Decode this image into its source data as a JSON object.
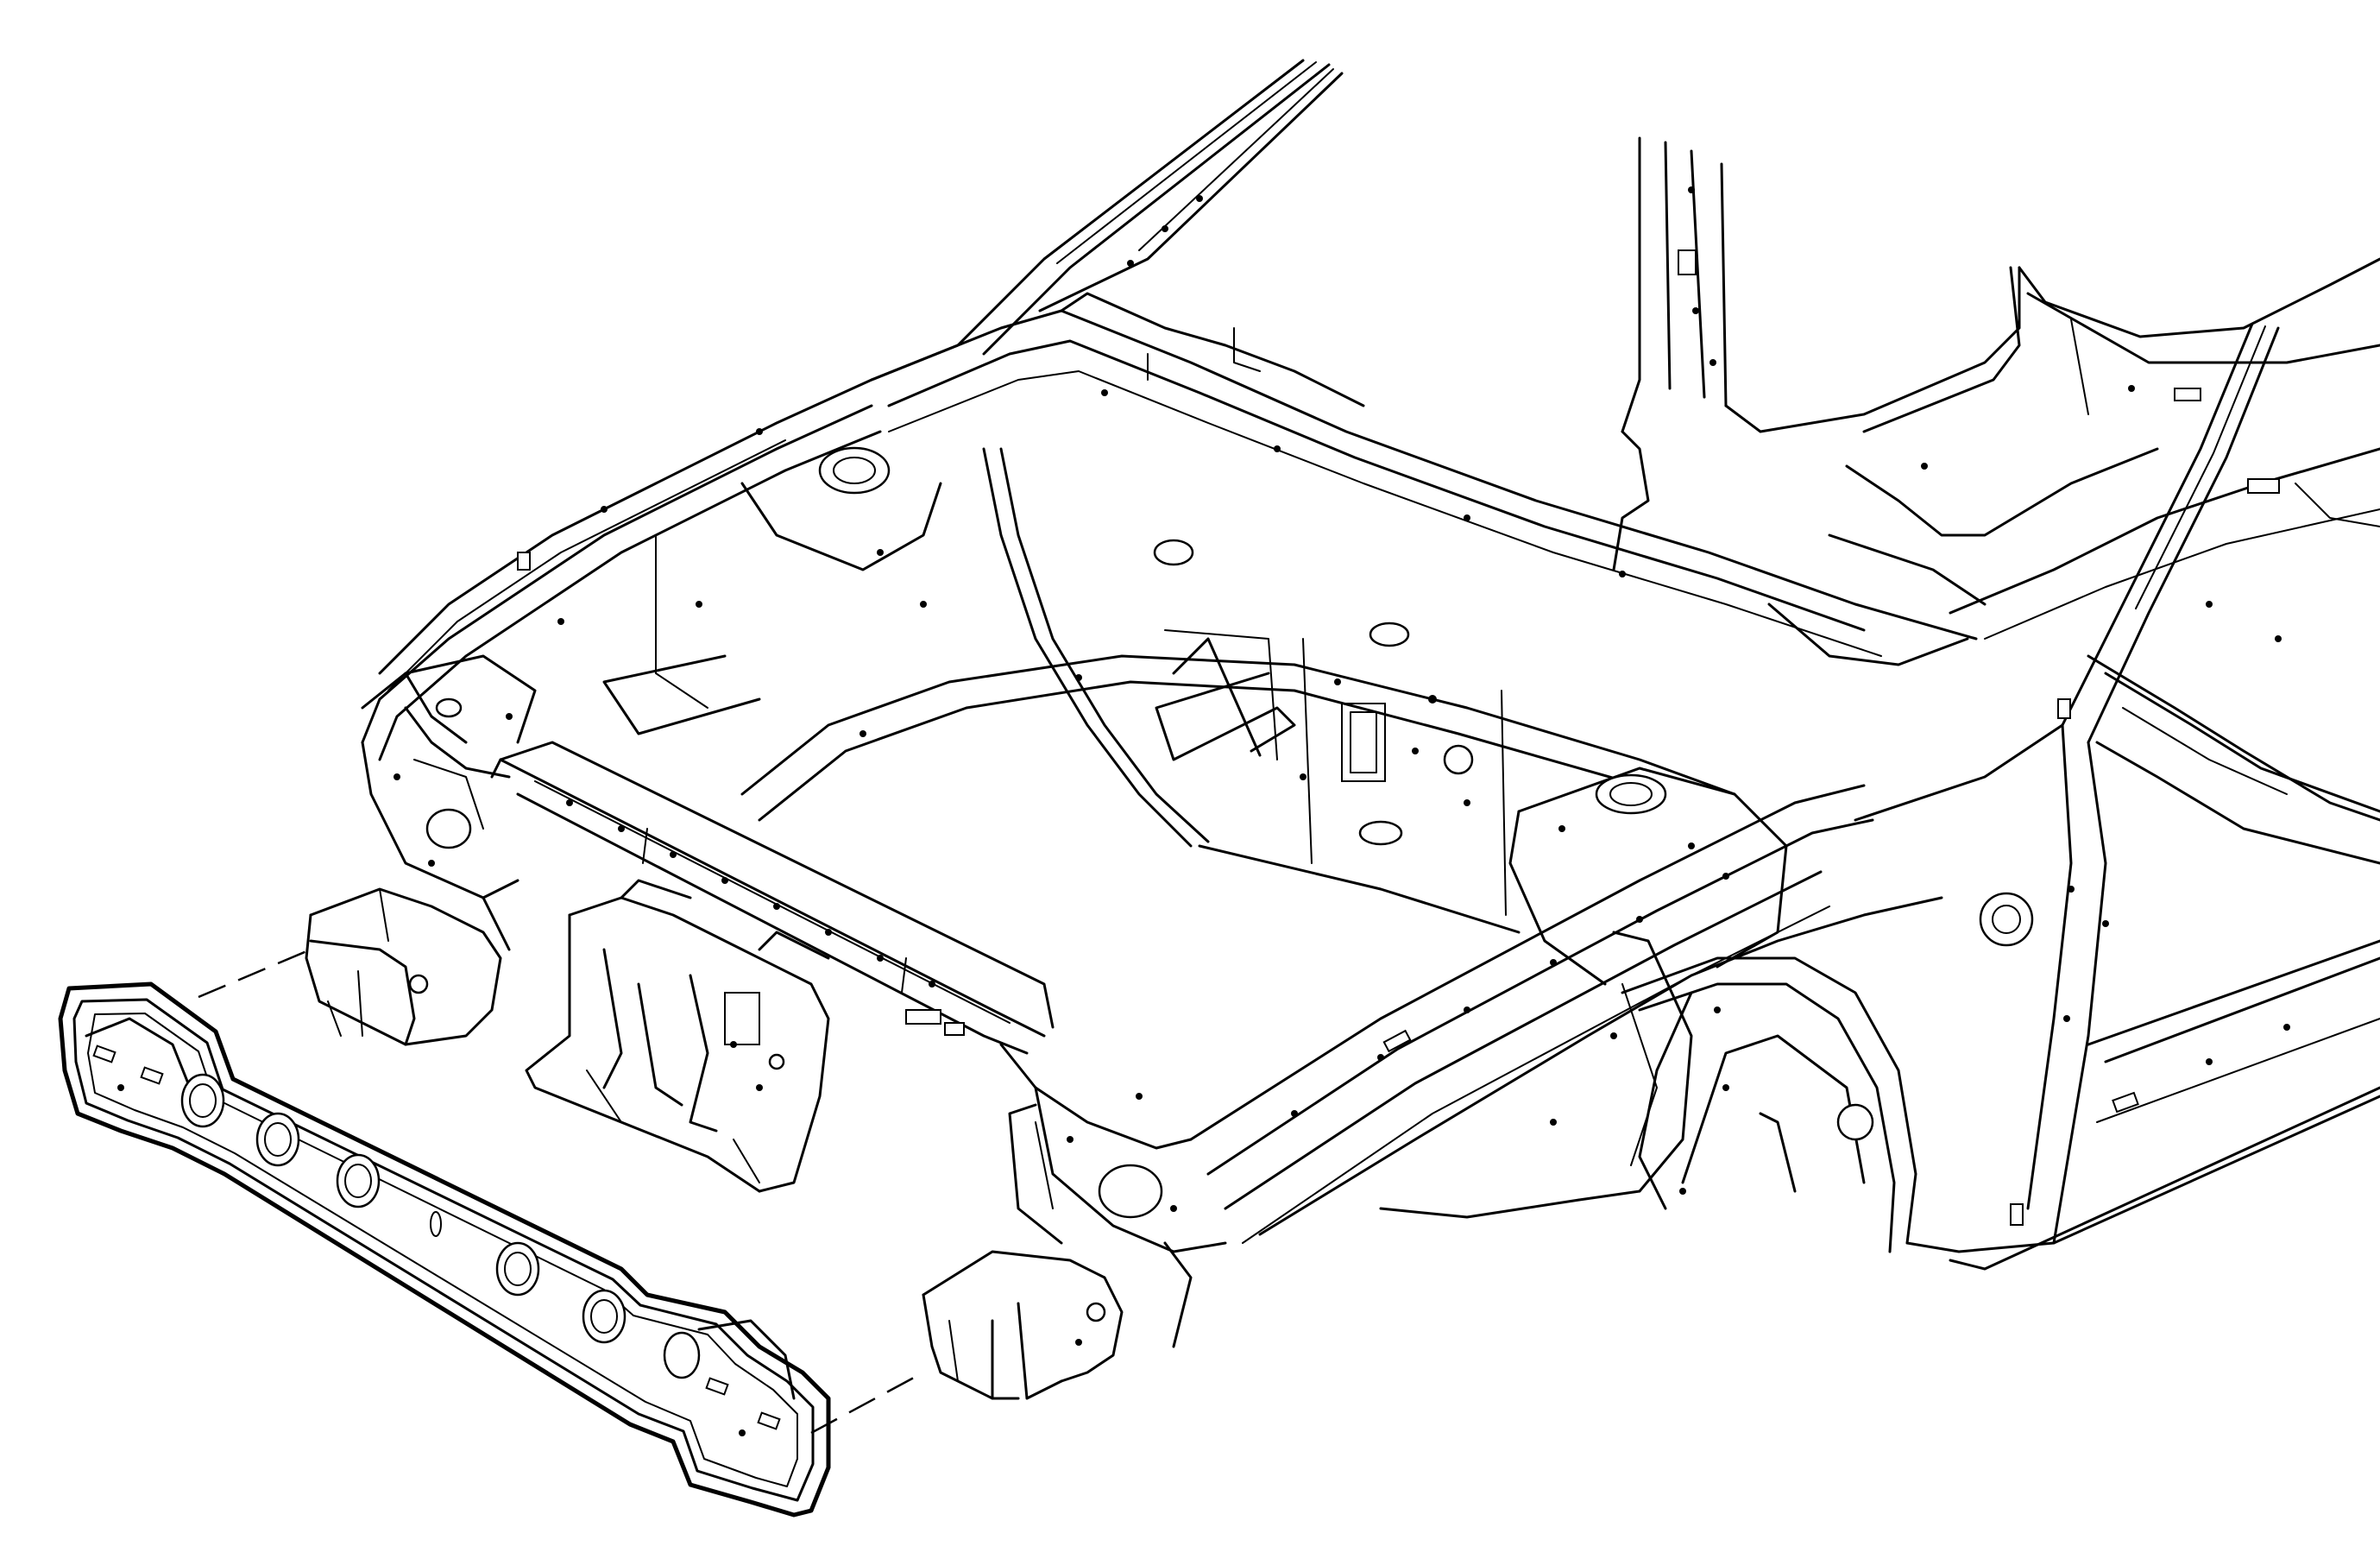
{
  "figure": {
    "kind": "exploded line illustration",
    "colors": {
      "line": "#000000",
      "background": "#ffffff"
    }
  },
  "parts": [
    {
      "id": "front-bumper-impact-bar",
      "icon": "impact-bar"
    },
    {
      "id": "left-bumper-bracket",
      "icon": "bracket"
    },
    {
      "id": "right-bumper-bracket",
      "icon": "bracket"
    },
    {
      "id": "radiator-support-brace",
      "icon": "brace"
    },
    {
      "id": "front-body-structure",
      "icon": "body-shell"
    }
  ]
}
